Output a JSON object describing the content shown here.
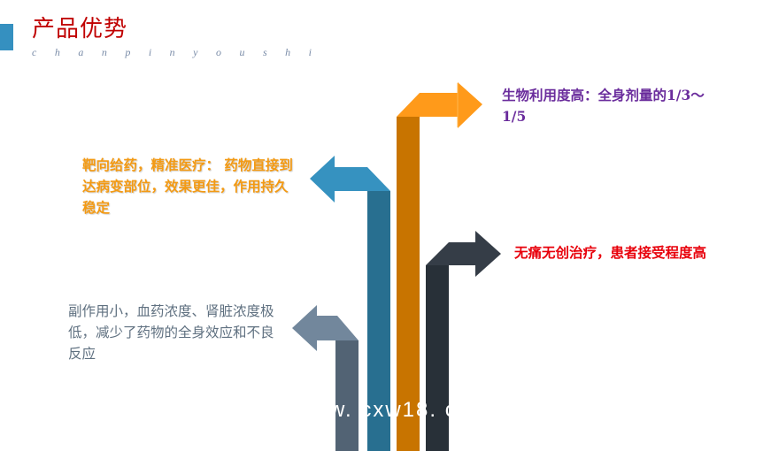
{
  "header": {
    "title": "产品优势",
    "subtitle": "chanpinyoushi"
  },
  "colors": {
    "title": "#C00000",
    "accent": "#3590C0",
    "orange_arrow": "#FF9A1A",
    "blue_arrow": "#3692C0",
    "dark_arrow": "#353D47",
    "gray_arrow": "#72879C"
  },
  "points": [
    {
      "text": "生物利用度高：全身剂量的1/3～1/5"
    },
    {
      "text": "靶向给药，精准医疗： 药物直接到达病变部位，效果更佳，作用持久稳定"
    },
    {
      "text": "无痛无创治疗，患者接受程度高"
    },
    {
      "text": "副作用小，血药浓度、肾脏浓度极低，减少了药物的全身效应和不良反应"
    }
  ],
  "watermark": "w. cxw18. co"
}
